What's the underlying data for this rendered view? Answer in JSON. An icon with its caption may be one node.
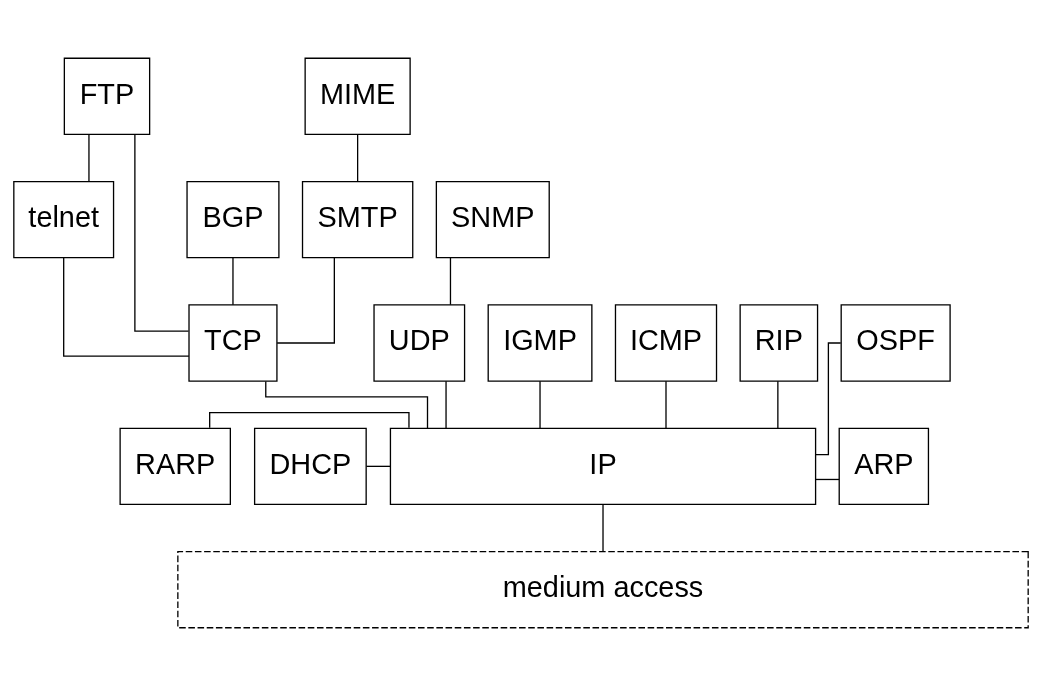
{
  "diagram": {
    "nodes": [
      {
        "text": [
          "FTP"
        ]
      },
      {
        "text": [
          "MIME"
        ]
      },
      {
        "text": [
          "BGP"
        ]
      },
      {
        "text": [
          "telnet"
        ]
      },
      {
        "text": [
          "SMTP"
        ]
      },
      {
        "text": [
          "SNMP"
        ]
      },
      {
        "text": [
          "TCP"
        ]
      },
      {
        "text": [
          "UDP"
        ]
      },
      {
        "text": [
          "IGMP"
        ]
      },
      {
        "text": [
          "ICMP"
        ]
      },
      {
        "text": [
          "RIP"
        ]
      },
      {
        "text": [
          "OSPF"
        ]
      },
      {
        "text": [
          "IP"
        ]
      },
      {
        "text": [
          "ARP"
        ]
      },
      {
        "text": [
          "RARP"
        ]
      },
      {
        "text": [
          "DHCP"
        ]
      },
      {
        "text": [
          "medium access"
        ]
      }
    ],
    "edges": [
      {
        "from": 0,
        "to": 3,
        "arrow": "none"
      },
      {
        "from": 0,
        "to": 6,
        "arrow": "none"
      },
      {
        "from": 1,
        "to": 4,
        "arrow": "none"
      },
      {
        "from": 2,
        "to": 6,
        "arrow": "none"
      },
      {
        "from": 3,
        "to": 6,
        "arrow": "none"
      },
      {
        "from": 4,
        "to": 6,
        "arrow": "none"
      },
      {
        "from": 5,
        "to": 7,
        "arrow": "none"
      },
      {
        "from": 6,
        "to": 12,
        "arrow": "none"
      },
      {
        "from": 7,
        "to": 12,
        "arrow": "none"
      },
      {
        "from": 8,
        "to": 12,
        "arrow": "none"
      },
      {
        "from": 9,
        "to": 12,
        "arrow": "none"
      },
      {
        "from": 10,
        "to": 12,
        "arrow": "none"
      },
      {
        "from": 11,
        "to": 12,
        "arrow": "none"
      },
      {
        "from": 12,
        "to": 13,
        "arrow": "none"
      },
      {
        "from": 14,
        "to": 12,
        "arrow": "none"
      },
      {
        "from": 15,
        "to": 12,
        "arrow": "none"
      },
      {
        "from": 12,
        "to": 16,
        "arrow": "none"
      }
    ]
  }
}
